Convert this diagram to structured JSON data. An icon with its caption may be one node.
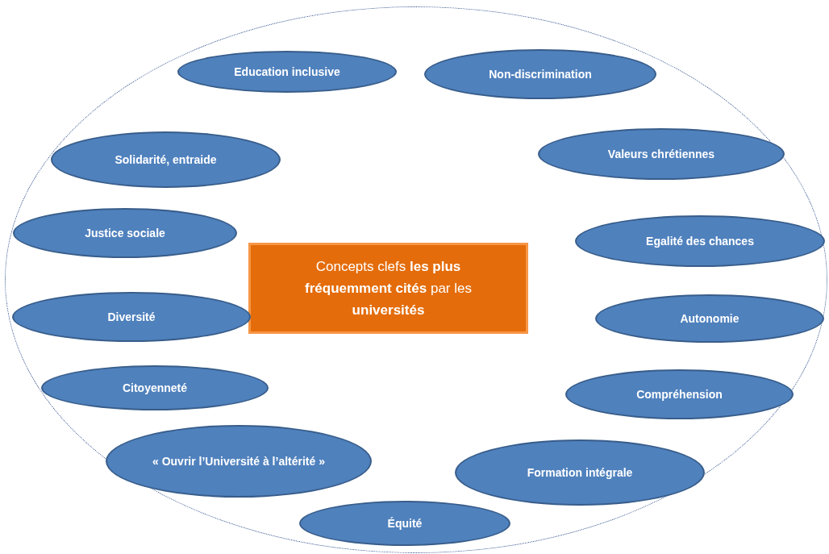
{
  "diagram": {
    "nodes": [
      {
        "text": [],
        "shape": "ellipse"
      },
      {
        "text": [
          "Education inclusive"
        ],
        "in": 0
      },
      {
        "text": [
          "Non-discrimination"
        ],
        "in": 0
      },
      {
        "text": [
          "Valeurs chrétiennes"
        ],
        "in": 0
      },
      {
        "text": [
          "Solidarité, entraide"
        ],
        "in": 0
      },
      {
        "text": [
          "Justice sociale"
        ],
        "in": 0
      },
      {
        "text": [
          "Egalité des chances"
        ],
        "in": 0
      },
      {
        "text": [
          "Concepts clefs **les plus fréquemment cités** par les **universités**"
        ],
        "in": 0
      },
      {
        "text": [
          "Diversité"
        ],
        "in": 0
      },
      {
        "text": [
          "Autonomie"
        ],
        "in": 0
      },
      {
        "text": [
          "Citoyenneté"
        ],
        "in": 0
      },
      {
        "text": [
          "Compréhension"
        ],
        "in": 0
      },
      {
        "text": [
          "« Ouvrir l’Université à l’altérité »"
        ],
        "in": 0
      },
      {
        "text": [
          "Formation intégrale"
        ],
        "in": 0
      },
      {
        "text": [
          "Équité"
        ],
        "in": 0
      }
    ]
  }
}
